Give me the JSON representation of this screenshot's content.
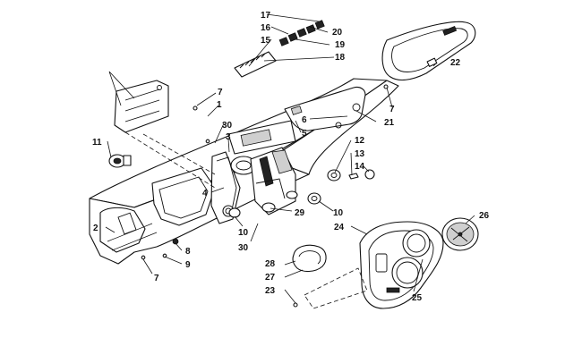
{
  "callouts": [
    {
      "id": "c1",
      "text": "1"
    },
    {
      "id": "c2",
      "text": "2"
    },
    {
      "id": "c3",
      "text": "3"
    },
    {
      "id": "c4",
      "text": "4"
    },
    {
      "id": "c5",
      "text": "5"
    },
    {
      "id": "c6",
      "text": "6"
    },
    {
      "id": "c7a",
      "text": "7"
    },
    {
      "id": "c7b",
      "text": "7"
    },
    {
      "id": "c7c",
      "text": "7"
    },
    {
      "id": "c8",
      "text": "8"
    },
    {
      "id": "c9",
      "text": "9"
    },
    {
      "id": "c10a",
      "text": "10"
    },
    {
      "id": "c10b",
      "text": "10"
    },
    {
      "id": "c11",
      "text": "11"
    },
    {
      "id": "c12",
      "text": "12"
    },
    {
      "id": "c13",
      "text": "13"
    },
    {
      "id": "c14",
      "text": "14"
    },
    {
      "id": "c15",
      "text": "15"
    },
    {
      "id": "c16",
      "text": "16"
    },
    {
      "id": "c17",
      "text": "17"
    },
    {
      "id": "c18",
      "text": "18"
    },
    {
      "id": "c19",
      "text": "19"
    },
    {
      "id": "c20",
      "text": "20"
    },
    {
      "id": "c21",
      "text": "21"
    },
    {
      "id": "c22",
      "text": "22"
    },
    {
      "id": "c23",
      "text": "23"
    },
    {
      "id": "c24",
      "text": "24"
    },
    {
      "id": "c25",
      "text": "25"
    },
    {
      "id": "c26",
      "text": "26"
    },
    {
      "id": "c27",
      "text": "27"
    },
    {
      "id": "c28",
      "text": "28"
    },
    {
      "id": "c29",
      "text": "29"
    },
    {
      "id": "c30a",
      "text": "30"
    },
    {
      "id": "c30b",
      "text": "30"
    }
  ]
}
